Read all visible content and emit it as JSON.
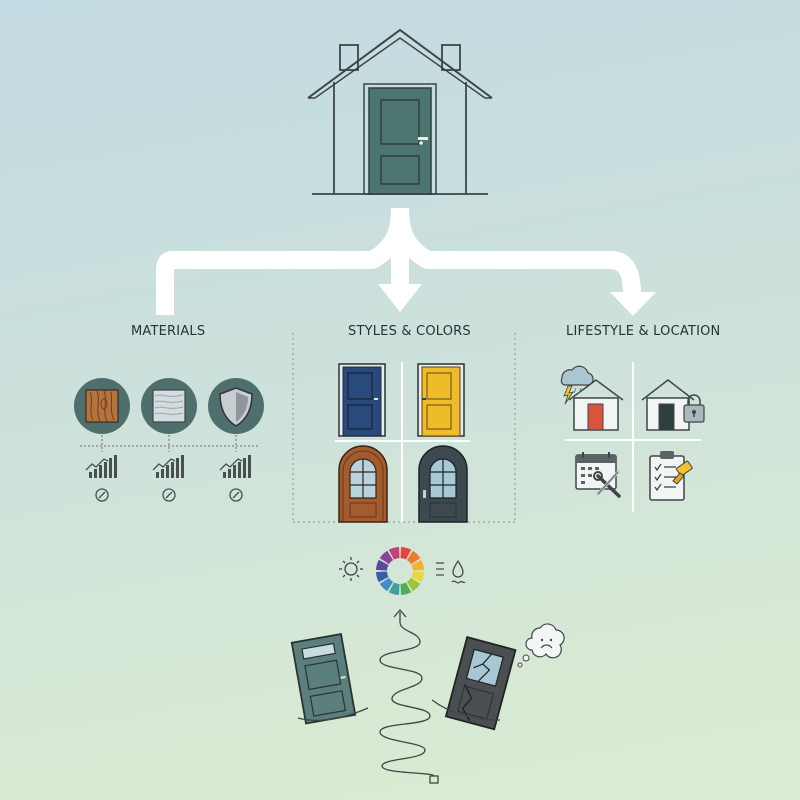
{
  "sections": {
    "materials": {
      "label": "MATERIALS",
      "items": [
        "wood-texture-icon",
        "fiberglass-texture-icon",
        "steel-shield-icon"
      ]
    },
    "styles_colors": {
      "label": "STYLES & COLORS"
    },
    "lifestyle_location": {
      "label": "LIFESTYLE & LOCATION"
    }
  },
  "colors": {
    "main_door": "#4d7570",
    "door_blue": "#2a4a7c",
    "door_yellow": "#f0bb2a",
    "door_wood": "#a35c2e",
    "door_charcoal": "#3c4a4f",
    "door_red": "#d9533e",
    "weathered_door": "#4a4f52",
    "good_door": "#5b7f7d",
    "connector_arrows": "#ffffff",
    "icon_circle_bg": "#4f6f6d"
  }
}
